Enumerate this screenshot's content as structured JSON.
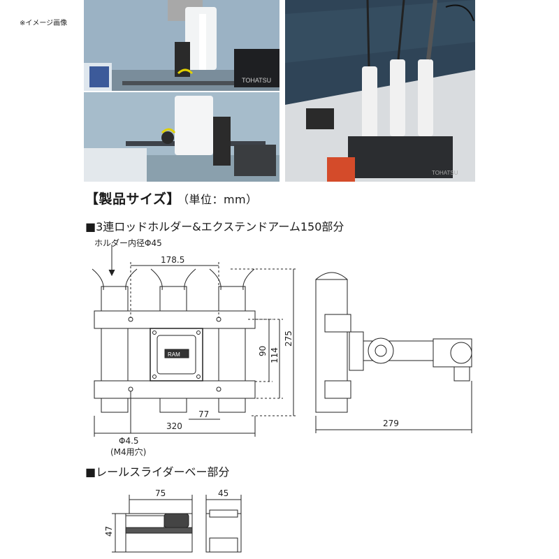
{
  "note": "※イメージ画像",
  "heading": {
    "title": "【製品サイズ】",
    "unit": "（単位：mm）"
  },
  "section1": {
    "title": "■3連ロッドホルダー&エクステンドアーム150部分",
    "labels": {
      "holder_inner": "ホルダー内径Φ45",
      "dim_top": "178.5",
      "dim_90": "90",
      "dim_114": "114",
      "dim_275": "275",
      "dim_320": "320",
      "dim_77": "77",
      "hole": "Φ4.5",
      "hole_note": "(M4用穴)",
      "dim_279": "279",
      "plate_label": "RAM"
    }
  },
  "section2": {
    "title": "■レールスライダーベー部分",
    "labels": {
      "dim_75": "75",
      "dim_45": "45",
      "dim_47": "47"
    }
  },
  "photos": {
    "top_left_brand": "TOHATSU",
    "right_brand": "TOHATSU"
  },
  "colors": {
    "line": "#222222",
    "sea": "#34495e",
    "accent_arrow": "#e0d000"
  }
}
